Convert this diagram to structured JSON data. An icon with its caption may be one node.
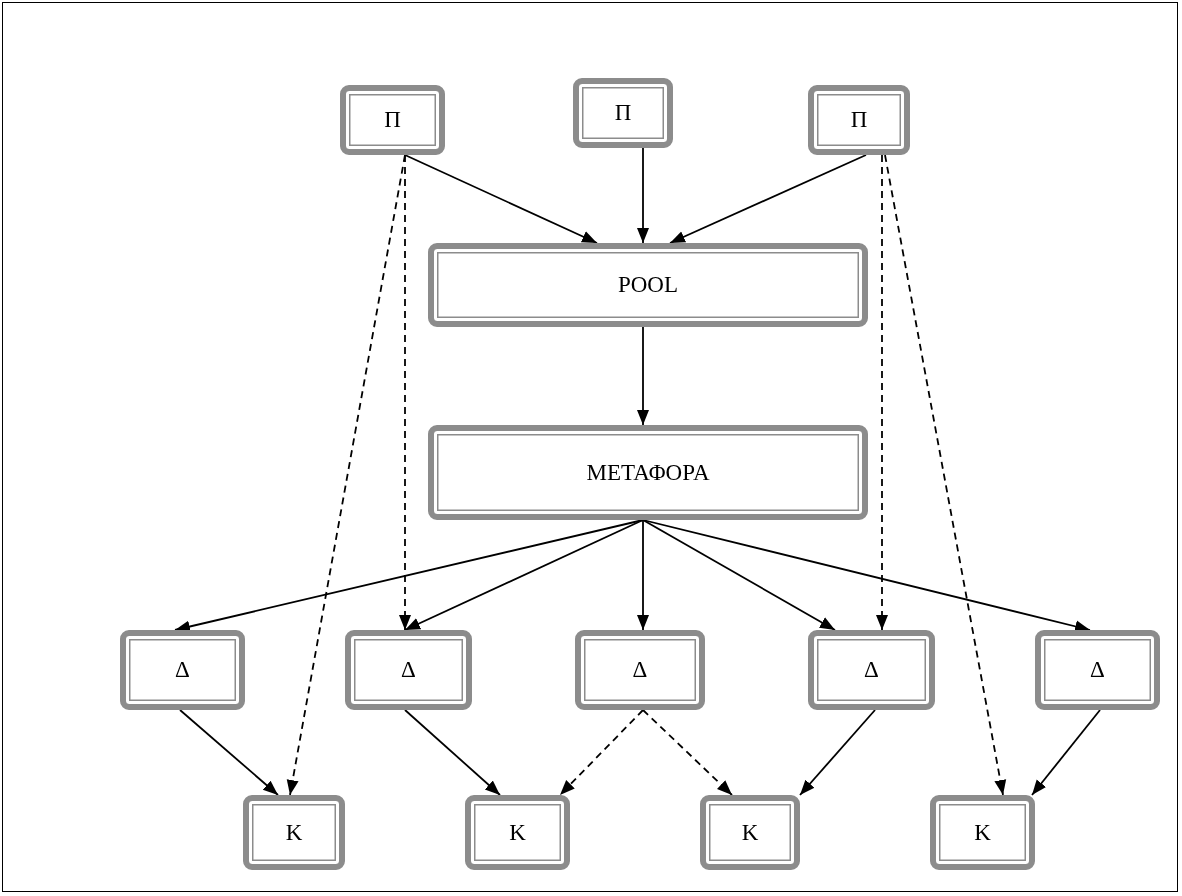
{
  "diagram": {
    "nodes": [
      {
        "text": [
          "Π"
        ]
      },
      {
        "text": [
          "Π"
        ]
      },
      {
        "text": [
          "Π"
        ]
      },
      {
        "text": [
          "POOL"
        ]
      },
      {
        "text": [
          "ΜΕΤΑΦΟΡΑ"
        ]
      },
      {
        "text": [
          "Δ"
        ]
      },
      {
        "text": [
          "Δ"
        ]
      },
      {
        "text": [
          "Δ"
        ]
      },
      {
        "text": [
          "Δ"
        ]
      },
      {
        "text": [
          "Δ"
        ]
      },
      {
        "text": [
          "Κ"
        ]
      },
      {
        "text": [
          "Κ"
        ]
      },
      {
        "text": [
          "Κ"
        ]
      },
      {
        "text": [
          "Κ"
        ]
      }
    ],
    "edges": [
      {
        "from": 0,
        "to": 3,
        "arrow": "to"
      },
      {
        "from": 1,
        "to": 3,
        "arrow": "to"
      },
      {
        "from": 2,
        "to": 3,
        "arrow": "to"
      },
      {
        "from": 0,
        "to": 6,
        "arrow": "to",
        "style": "dashed"
      },
      {
        "from": 0,
        "to": 10,
        "arrow": "to",
        "style": "dashed"
      },
      {
        "from": 2,
        "to": 8,
        "arrow": "to",
        "style": "dashed"
      },
      {
        "from": 2,
        "to": 13,
        "arrow": "to",
        "style": "dashed"
      },
      {
        "from": 3,
        "to": 4,
        "arrow": "to"
      },
      {
        "from": 4,
        "to": 5,
        "arrow": "to"
      },
      {
        "from": 4,
        "to": 6,
        "arrow": "to"
      },
      {
        "from": 4,
        "to": 7,
        "arrow": "to"
      },
      {
        "from": 4,
        "to": 8,
        "arrow": "to"
      },
      {
        "from": 4,
        "to": 9,
        "arrow": "to"
      },
      {
        "from": 5,
        "to": 10,
        "arrow": "to"
      },
      {
        "from": 6,
        "to": 11,
        "arrow": "to"
      },
      {
        "from": 7,
        "to": 11,
        "arrow": "to",
        "style": "dashed"
      },
      {
        "from": 7,
        "to": 12,
        "arrow": "to",
        "style": "dashed"
      },
      {
        "from": 8,
        "to": 12,
        "arrow": "to"
      },
      {
        "from": 9,
        "to": 13,
        "arrow": "to"
      }
    ]
  }
}
